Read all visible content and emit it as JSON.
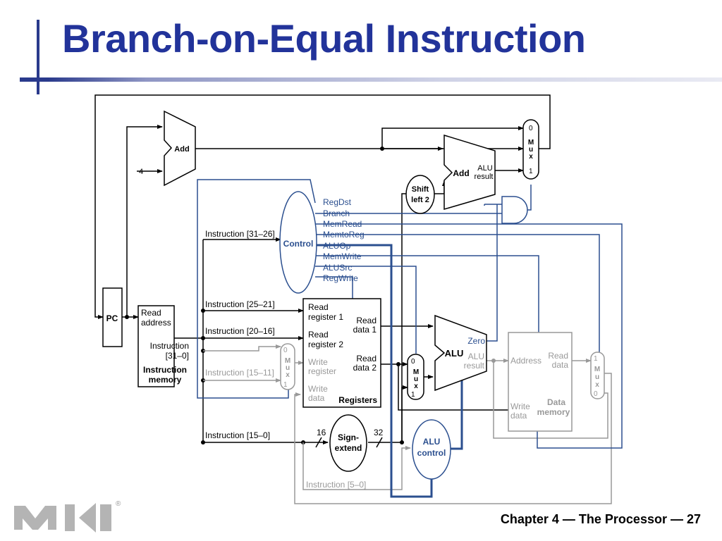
{
  "slide": {
    "title": "Branch-on-Equal Instruction",
    "footer": "Chapter 4 — The Processor — 27"
  },
  "logo": {
    "registered": "®"
  },
  "diagram": {
    "pc": "PC",
    "add_top": "Add",
    "const_4": "4",
    "add_branch": "Add",
    "alu_result": [
      "ALU",
      "result"
    ],
    "shift_left": [
      "Shift",
      "left 2"
    ],
    "control": "Control",
    "control_signals": [
      "RegDst",
      "Branch",
      "MemRead",
      "MemtoReg",
      "ALUOp",
      "MemWrite",
      "ALUSrc",
      "RegWrite"
    ],
    "imem": {
      "read_address": [
        "Read",
        "address"
      ],
      "instruction": [
        "Instruction",
        "[31–0]"
      ],
      "name": [
        "Instruction",
        "memory"
      ]
    },
    "fields": {
      "op": "Instruction [31–26]",
      "rs": "Instruction [25–21]",
      "rt": "Instruction [20–16]",
      "rd": "Instruction [15–11]",
      "imm": "Instruction [15–0]",
      "funct": "Instruction [5–0]"
    },
    "registers": {
      "read_reg1": [
        "Read",
        "register 1"
      ],
      "read_reg2": [
        "Read",
        "register 2"
      ],
      "write_reg": [
        "Write",
        "register"
      ],
      "write_data": [
        "Write",
        "data"
      ],
      "read_data1": [
        "Read",
        "data 1"
      ],
      "read_data2": [
        "Read",
        "data 2"
      ],
      "name": "Registers"
    },
    "sign_extend": [
      "Sign-",
      "extend"
    ],
    "bits_16": "16",
    "bits_32": "32",
    "alu": "ALU",
    "zero": "Zero",
    "alu_control": [
      "ALU",
      "control"
    ],
    "dmem": {
      "address": "Address",
      "read_data": [
        "Read",
        "data"
      ],
      "write_data": [
        "Write",
        "data"
      ],
      "name": [
        "Data",
        "memory"
      ]
    },
    "mux": [
      "M",
      "u",
      "x"
    ],
    "mux_in": {
      "zero": "0",
      "one": "1"
    }
  }
}
